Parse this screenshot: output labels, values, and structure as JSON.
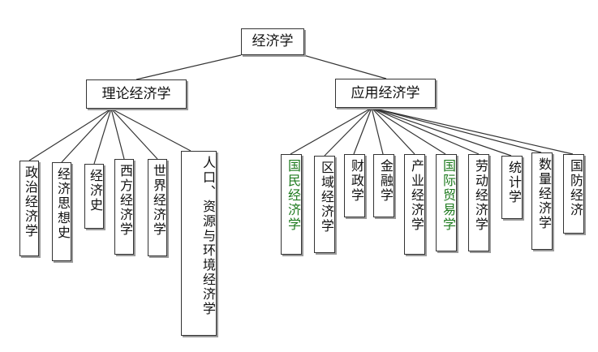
{
  "root": {
    "label": "经济学"
  },
  "branches": [
    {
      "label": "理论经济学",
      "children": [
        {
          "label": "政治经济学"
        },
        {
          "label": "经济思想史"
        },
        {
          "label": "经济史"
        },
        {
          "label": "西方经济学"
        },
        {
          "label": "世界经济学"
        },
        {
          "label": "人口、资源与环境经济学"
        }
      ]
    },
    {
      "label": "应用经济学",
      "children": [
        {
          "label": "国民经济学"
        },
        {
          "label": "区域经济学"
        },
        {
          "label": "财政学"
        },
        {
          "label": "金融学"
        },
        {
          "label": "产业经济学"
        },
        {
          "label": "国际贸易学"
        },
        {
          "label": "劳动经济学"
        },
        {
          "label": "统计学"
        },
        {
          "label": "数量经济学"
        },
        {
          "label": "国防经济"
        }
      ]
    }
  ],
  "colors": {
    "line": "#333333",
    "shadow": "#9a9a9a",
    "first_char_accent": "#1e7a1e"
  }
}
